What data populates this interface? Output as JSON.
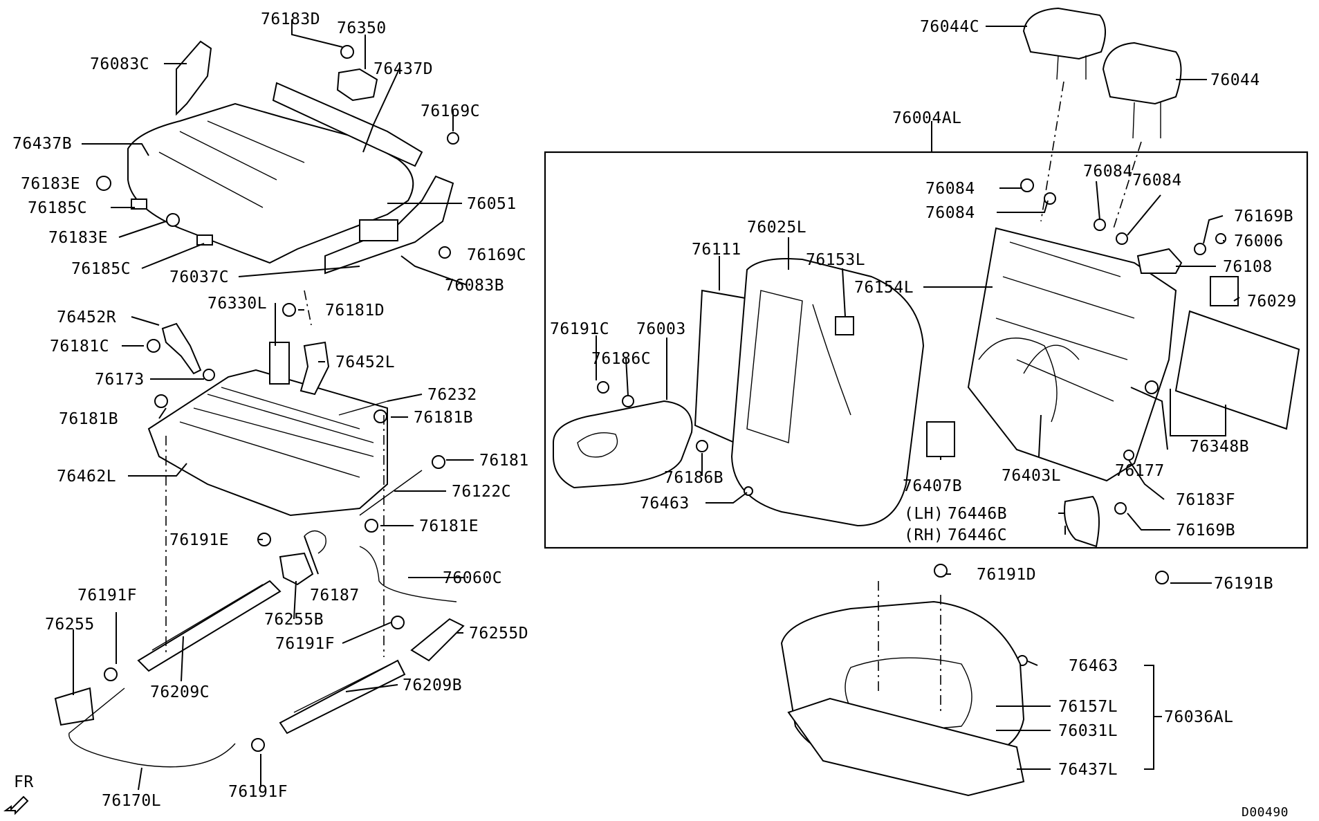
{
  "diagram": {
    "code": "D00490",
    "direction": "FR",
    "groups": {
      "lh_rh": [
        "(LH)",
        "(RH)"
      ]
    },
    "labels": {
      "p76183D": "76183D",
      "p76350": "76350",
      "p76083C": "76083C",
      "p76437D": "76437D",
      "p76169C_a": "76169C",
      "p76437B": "76437B",
      "p76183E_a": "76183E",
      "p76185C_a": "76185C",
      "p76051": "76051",
      "p76183E_b": "76183E",
      "p76169C_b": "76169C",
      "p76185C_b": "76185C",
      "p76037C": "76037C",
      "p76083B": "76083B",
      "p76330L": "76330L",
      "p76181D": "76181D",
      "p76452R": "76452R",
      "p76181C": "76181C",
      "p76452L": "76452L",
      "p76173": "76173",
      "p76232": "76232",
      "p76181B_a": "76181B",
      "p76181B_b": "76181B",
      "p76181": "76181",
      "p76462L": "76462L",
      "p76122C": "76122C",
      "p76181E": "76181E",
      "p76191E": "76191E",
      "p76187": "76187",
      "p76060C": "76060C",
      "p76191F_a": "76191F",
      "p76255B": "76255B",
      "p76255": "76255",
      "p76191F_b": "76191F",
      "p76255D": "76255D",
      "p76209C": "76209C",
      "p76209B": "76209B",
      "p76170L": "76170L",
      "p76191F_c": "76191F",
      "p76044C": "76044C",
      "p76044": "76044",
      "p76004AL": "76004AL",
      "p76084_a": "76084",
      "p76084_b": "76084",
      "p76084_c": "76084",
      "p76084_d": "76084",
      "p76169B_a": "76169B",
      "p76006": "76006",
      "p76025L": "76025L",
      "p76111": "76111",
      "p76153L": "76153L",
      "p76154L": "76154L",
      "p76108": "76108",
      "p76029": "76029",
      "p76191C": "76191C",
      "p76003": "76003",
      "p76186C": "76186C",
      "p76348B": "76348B",
      "p76177": "76177",
      "p76407B": "76407B",
      "p76403L": "76403L",
      "p76186B": "76186B",
      "p76183F": "76183F",
      "p76463_a": "76463",
      "p76446B": "76446B",
      "p76446C": "76446C",
      "p76169B_b": "76169B",
      "p76191D": "76191D",
      "p76191B": "76191B",
      "p76463_b": "76463",
      "p76157L": "76157L",
      "p76036AL": "76036AL",
      "p76031L": "76031L",
      "p76437L": "76437L"
    }
  }
}
